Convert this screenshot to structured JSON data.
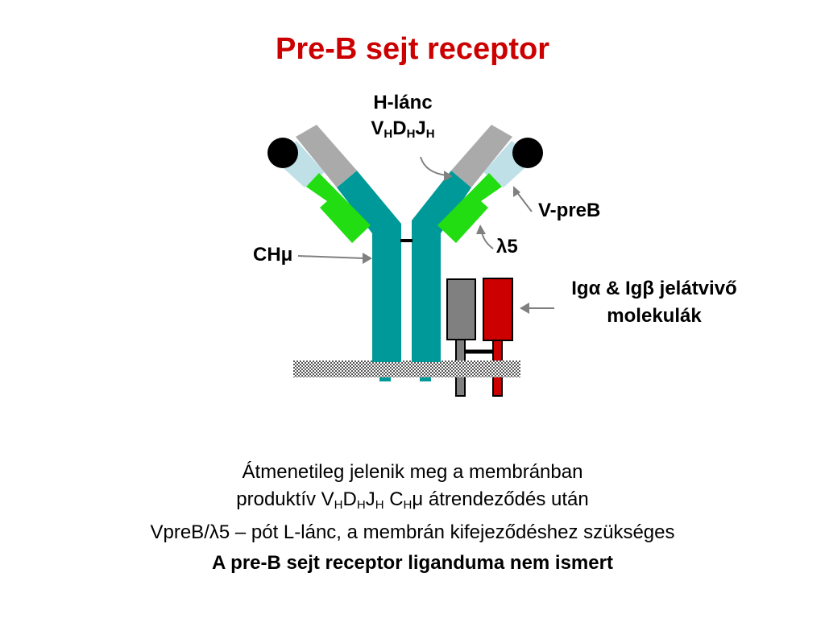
{
  "title": "Pre-B sejt receptor",
  "labels": {
    "h_chain": "H-lánc",
    "v": "V",
    "h1": "H",
    "d": "D",
    "h2": "H",
    "j": "J",
    "h3": "H",
    "vpreb": "V-preB",
    "lambda": "λ",
    "five": "5",
    "ch": "CH",
    "mu": "μ",
    "ig_line1": "Igα & Igβ jelátvivő",
    "ig_line2": "molekulák"
  },
  "caption": {
    "line1": "Átmenetileg jelenik meg a membránban",
    "line2_a": "produktív V",
    "line2_h1": "H",
    "line2_d": "D",
    "line2_h2": "H",
    "line2_j": "J",
    "line2_h3": "H",
    "line2_c": " C",
    "line2_h4": "H",
    "line2_b": "μ átrendeződés után",
    "line3": "VpreB/λ5 – pót L-lánc, a membrán kifejeződéshez szükséges"
  },
  "conclusion": "A pre-B sejt receptor liganduma nem ismert",
  "colors": {
    "title": "#cc0000",
    "heavy_chain": "#009999",
    "vh_domain": "#aaaaaa",
    "vpreb": "#bfe0e6",
    "lambda5": "#22dd11",
    "ig_alpha": "#808080",
    "ig_beta": "#cc0000",
    "membrane": "#999999"
  }
}
